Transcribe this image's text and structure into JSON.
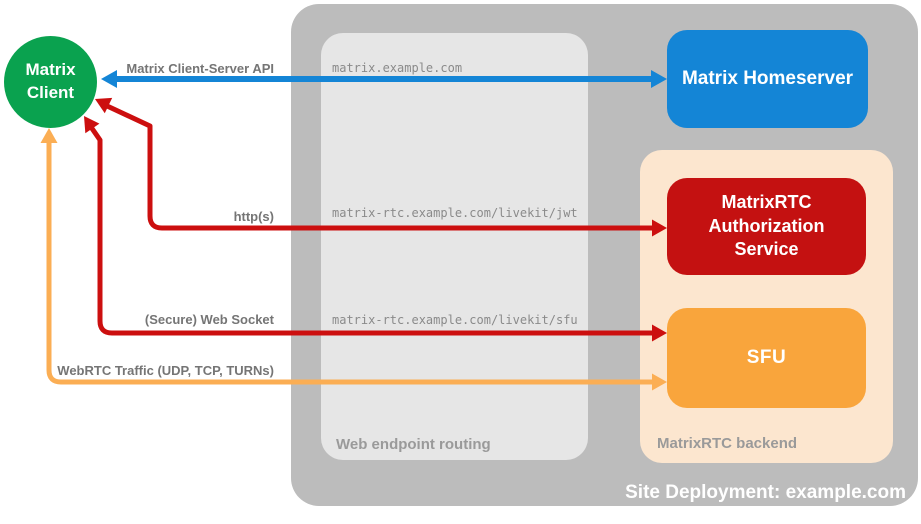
{
  "colors": {
    "client_green": "#0AA24F",
    "homeserver_blue": "#1485D6",
    "auth_red": "#C41111",
    "sfu_orange": "#F9A53C",
    "red_arrow": "#CC0F0F",
    "orange_arrow": "#FBAE54",
    "backend_peach": "#FCE6CF",
    "container_gray": "#BCBCBC",
    "routing_gray": "#E6E6E6"
  },
  "nodes": {
    "client": {
      "label": "Matrix Client"
    },
    "homeserver": {
      "label": "Matrix Homeserver"
    },
    "auth_service": {
      "label": "MatrixRTC Authorization Service"
    },
    "sfu": {
      "label": "SFU"
    }
  },
  "containers": {
    "site": {
      "label": "Site Deployment: example.com"
    },
    "routing": {
      "label": "Web endpoint routing"
    },
    "backend": {
      "label": "MatrixRTC backend"
    }
  },
  "endpoints": [
    "matrix.example.com",
    "matrix-rtc.example.com/livekit/jwt",
    "matrix-rtc.example.com/livekit/sfu"
  ],
  "arrow_labels": {
    "client_server_api": "Matrix Client-Server API",
    "https": "http(s)",
    "websocket": "(Secure) Web Socket",
    "webrtc": "WebRTC Traffic (UDP, TCP, TURNs)"
  }
}
